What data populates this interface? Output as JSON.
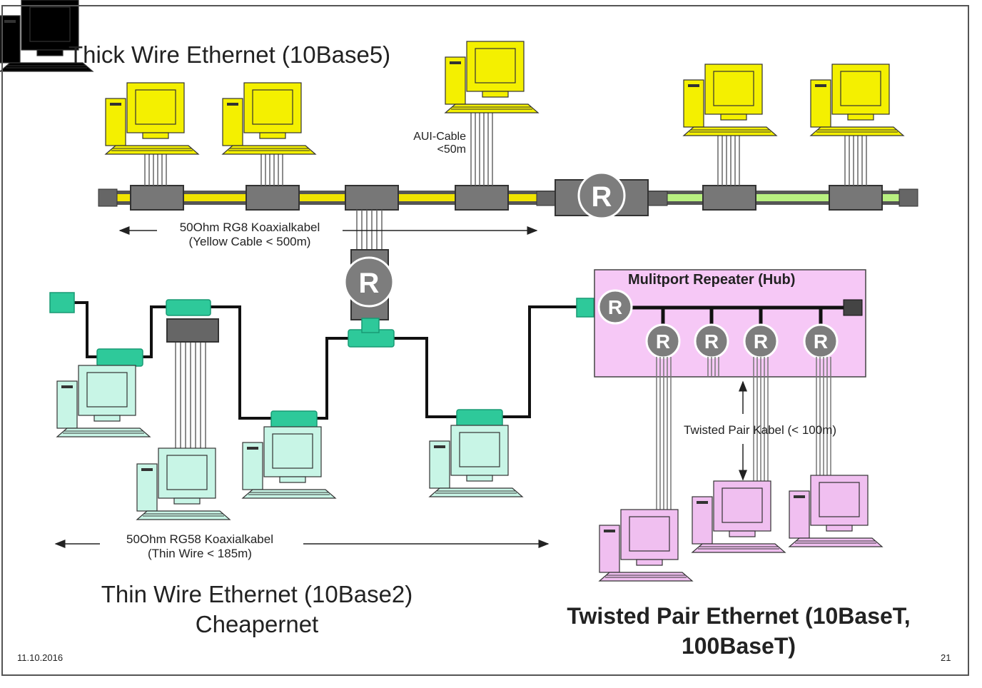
{
  "titles": {
    "thick": "Thick Wire Ethernet (10Base5)",
    "thin_line1": "Thin Wire Ethernet (10Base2)",
    "thin_line2": "Cheapernet",
    "tp_line1": "Twisted Pair Ethernet (10BaseT,",
    "tp_line2": "100BaseT)"
  },
  "labels": {
    "aui_line1": "AUI-Cable",
    "aui_line2": "<50m",
    "thick_coax_line1": "50Ohm RG8 Koaxialkabel",
    "thick_coax_line2": "(Yellow Cable < 500m)",
    "thin_coax_line1": "50Ohm RG58 Koaxialkabel",
    "thin_coax_line2": "(Thin Wire < 185m)",
    "tp_cable": "Twisted Pair Kabel (< 100m)",
    "hub": "Mulitport Repeater (Hub)",
    "repeater": "R"
  },
  "footer": {
    "date": "11.10.2016",
    "page": "21"
  },
  "colors": {
    "thick_pc": "#f4f000",
    "thin_pc": "#c8f5e6",
    "tp_pc": "#f0bff0",
    "hub_fill": "#f6c8f6",
    "coax_yellow": "#f0e400",
    "coax_green": "#b8f080",
    "connector_teal": "#2ec99a",
    "repeater_gray": "#7d7d7d"
  }
}
